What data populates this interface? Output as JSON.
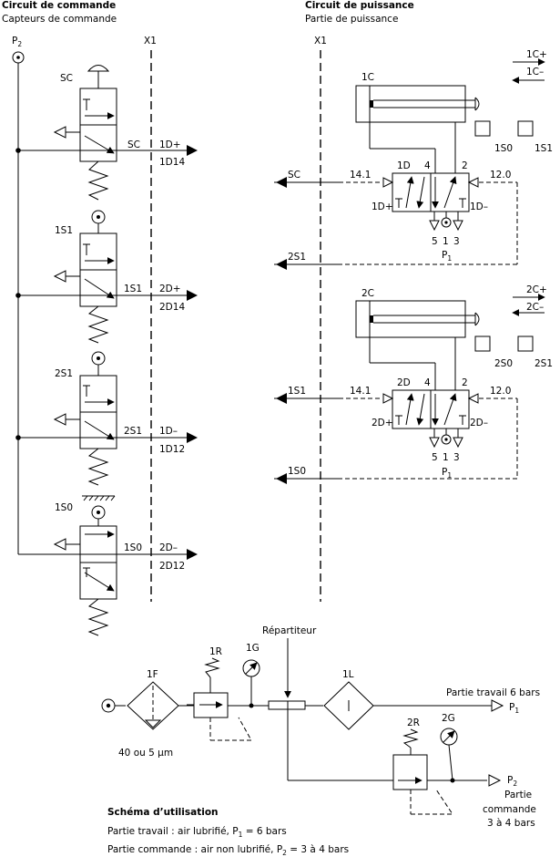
{
  "header": {
    "left_title": "Circuit de commande",
    "left_subtitle": "Capteurs de commande",
    "right_title": "Circuit de puissance",
    "right_subtitle": "Partie de puissance",
    "p2_label": "P",
    "p2_sub": "2",
    "axis_left": "X1",
    "axis_right": "X1"
  },
  "command": {
    "sensors": [
      {
        "name": "SC",
        "line_label": "SC",
        "out_top": "1D+",
        "out_bottom": "1D14"
      },
      {
        "name": "1S1",
        "line_label": "1S1",
        "out_top": "2D+",
        "out_bottom": "2D14"
      },
      {
        "name": "2S1",
        "line_label": "2S1",
        "out_top": "1D–",
        "out_bottom": "1D12"
      },
      {
        "name": "1S0",
        "line_label": "1S0",
        "out_top": "2D–",
        "out_bottom": "2D12"
      }
    ]
  },
  "power": {
    "units": [
      {
        "cylinder": "1C",
        "plus": "1C+",
        "minus": "1C–",
        "sensor_a": "1S0",
        "sensor_b": "1S1",
        "valve": "1D",
        "port4": "4",
        "port2": "2",
        "left_pilot": "1D+",
        "right_pilot": "1D–",
        "in_left": "SC",
        "in_left_code": "14.1",
        "in_right_code": "12.0",
        "ports_bottom": [
          "5",
          "1",
          "3"
        ],
        "supply": "P",
        "supply_sub": "1",
        "in_lower": "2S1"
      },
      {
        "cylinder": "2C",
        "plus": "2C+",
        "minus": "2C–",
        "sensor_a": "2S0",
        "sensor_b": "2S1",
        "valve": "2D",
        "port4": "4",
        "port2": "2",
        "left_pilot": "2D+",
        "right_pilot": "2D–",
        "in_left": "1S1",
        "in_left_code": "14.1",
        "in_right_code": "12.0",
        "ports_bottom": [
          "5",
          "1",
          "3"
        ],
        "supply": "P",
        "supply_sub": "1",
        "in_lower": "1S0"
      }
    ]
  },
  "usage": {
    "filter": "1F",
    "filter_note": "40 ou 5 µm",
    "regulator": "1R",
    "gauge": "1G",
    "distributor": "Répartiteur",
    "lubricator": "1L",
    "regulator2": "2R",
    "gauge2": "2G",
    "out1_label": "Partie travail 6 bars",
    "out1_sym": "P",
    "out1_sub": "1",
    "out2_sym": "P",
    "out2_sub": "2",
    "out2_line1": "Partie",
    "out2_line2": "commande",
    "out2_line3": "3 à 4 bars"
  },
  "legend": {
    "title": "Schéma d’utilisation",
    "line1_a": "Partie travail : air lubrifié, P",
    "line1_sub": "1",
    "line1_b": " = 6 bars",
    "line2_a": "Partie commande : air non lubrifié, P",
    "line2_sub": "2",
    "line2_b": " = 3 à 4 bars"
  }
}
